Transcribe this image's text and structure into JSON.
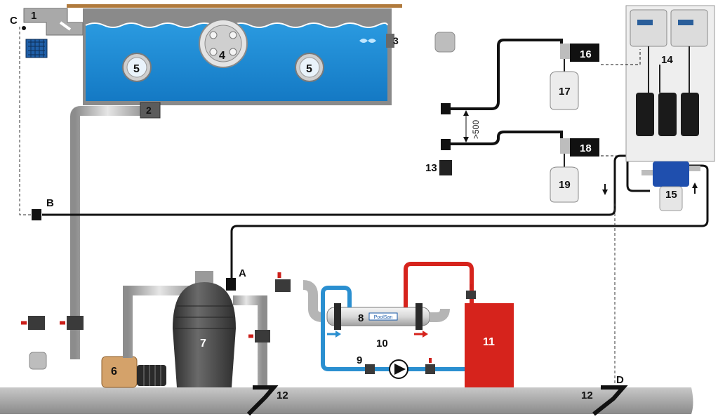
{
  "labels": {
    "n1": "1",
    "n2": "2",
    "n3": "3",
    "n4": "4",
    "n5a": "5",
    "n5b": "5",
    "n6": "6",
    "n7": "7",
    "n8": "8",
    "n9": "9",
    "n10": "10",
    "n11": "11",
    "n12a": "12",
    "n12b": "12",
    "n13": "13",
    "n14": "14",
    "n15": "15",
    "n16": "16",
    "n17": "17",
    "n18": "18",
    "n19": "19",
    "A": "A",
    "B": "B",
    "C": "C",
    "D": "D"
  },
  "dimension": ">500",
  "uv_brand": "PoolSan",
  "colors": {
    "water": "#1e8fd8",
    "pipe": "#c9c9c9",
    "cable": "#111111",
    "hot": "#d6231c",
    "cold": "#2a8fd0",
    "heater": "#d6231c",
    "filter": "#4a4a4a",
    "pump": "#d4a26a",
    "ground": "#9a9a9a"
  }
}
